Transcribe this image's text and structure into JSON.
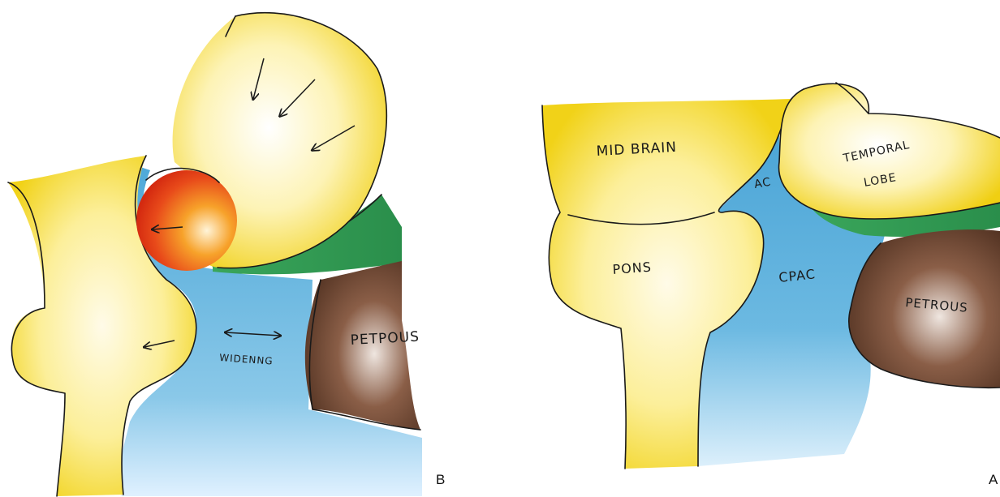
{
  "panel_b": {
    "letter": "B",
    "labels": {
      "petrous": "PETPOUS",
      "widening": "WIDENNG"
    }
  },
  "panel_a": {
    "letter": "A",
    "labels": {
      "midbrain": "MID BRAIN",
      "temporal_lobe_line1": "TEMPORAL",
      "temporal_lobe_line2": "LOBE",
      "ac": "AC",
      "pons": "PONS",
      "cpac": "CPAC",
      "petrous": "PETROUS"
    }
  },
  "colors": {
    "brain_yellow": "#f4dc2e",
    "brain_core": "#fdf6cf",
    "csf_blue": "#3fa3d6",
    "tentorium_green": "#2e9a52",
    "petrous_brown": "#5e3a26",
    "tumor_red": "#e8401c",
    "tumor_orange": "#f59a1f"
  }
}
